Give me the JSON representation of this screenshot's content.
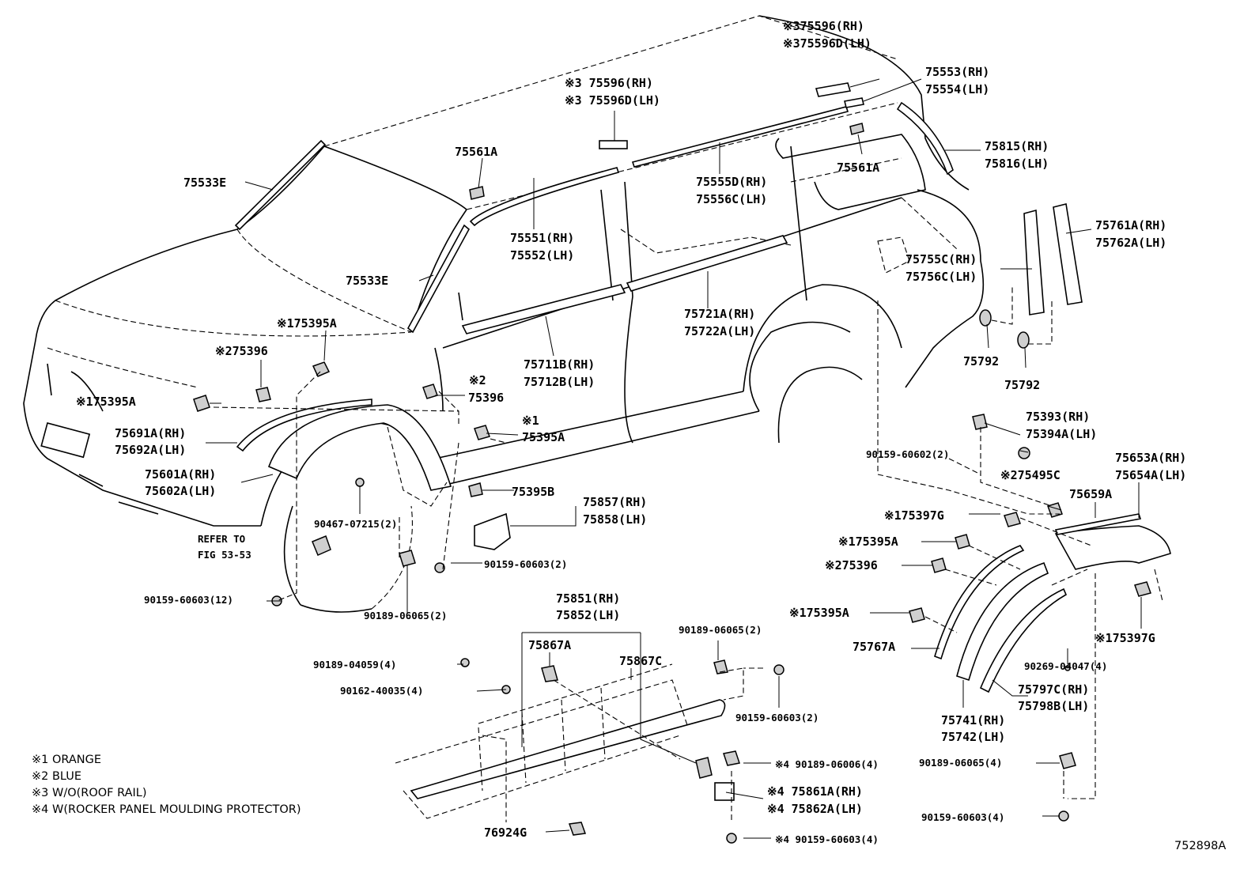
{
  "figure_id": "752898A",
  "notes": [
    "※1 ORANGE",
    "※2 BLUE",
    "※3 W/O(ROOF RAIL)",
    "※4 W(ROCKER PANEL MOULDING PROTECTOR)"
  ],
  "labels": [
    {
      "id": "l01",
      "text": "※375596(RH)"
    },
    {
      "id": "l02",
      "text": "※375596D(LH)"
    },
    {
      "id": "l03",
      "text": "75553(RH)"
    },
    {
      "id": "l04",
      "text": "75554(LH)"
    },
    {
      "id": "l05",
      "text": "※3 75596(RH)"
    },
    {
      "id": "l06",
      "text": "※3 75596D(LH)"
    },
    {
      "id": "l07",
      "text": "75561A"
    },
    {
      "id": "l08",
      "text": "75815(RH)"
    },
    {
      "id": "l09",
      "text": "75816(LH)"
    },
    {
      "id": "l10",
      "text": "75533E"
    },
    {
      "id": "l11",
      "text": "75561A"
    },
    {
      "id": "l12",
      "text": "75555D(RH)"
    },
    {
      "id": "l13",
      "text": "75556C(LH)"
    },
    {
      "id": "l14",
      "text": "75551(RH)"
    },
    {
      "id": "l15",
      "text": "75552(LH)"
    },
    {
      "id": "l16",
      "text": "75761A(RH)"
    },
    {
      "id": "l17",
      "text": "75762A(LH)"
    },
    {
      "id": "l18",
      "text": "75755C(RH)"
    },
    {
      "id": "l19",
      "text": "75756C(LH)"
    },
    {
      "id": "l20",
      "text": "75533E"
    },
    {
      "id": "l21",
      "text": "※175395A"
    },
    {
      "id": "l22",
      "text": "75721A(RH)"
    },
    {
      "id": "l23",
      "text": "75722A(LH)"
    },
    {
      "id": "l24",
      "text": "75792"
    },
    {
      "id": "l25",
      "text": "75792"
    },
    {
      "id": "l26",
      "text": "※275396"
    },
    {
      "id": "l27",
      "text": "75711B(RH)"
    },
    {
      "id": "l28",
      "text": "75712B(LH)"
    },
    {
      "id": "l29",
      "text": "※2"
    },
    {
      "id": "l30",
      "text": "75396"
    },
    {
      "id": "l31",
      "text": "※175395A"
    },
    {
      "id": "l32",
      "text": "※1"
    },
    {
      "id": "l33",
      "text": "75395A"
    },
    {
      "id": "l34",
      "text": "75691A(RH)"
    },
    {
      "id": "l35",
      "text": "75692A(LH)"
    },
    {
      "id": "l36",
      "text": "75393(RH)"
    },
    {
      "id": "l37",
      "text": "75394A(LH)"
    },
    {
      "id": "l38",
      "text": "90159-60602(2)"
    },
    {
      "id": "l39",
      "text": "75653A(RH)"
    },
    {
      "id": "l40",
      "text": "75654A(LH)"
    },
    {
      "id": "l41",
      "text": "75601A(RH)"
    },
    {
      "id": "l42",
      "text": "75602A(LH)"
    },
    {
      "id": "l43",
      "text": "75395B"
    },
    {
      "id": "l44",
      "text": "※275495C"
    },
    {
      "id": "l45",
      "text": "75857(RH)"
    },
    {
      "id": "l46",
      "text": "75858(LH)"
    },
    {
      "id": "l47",
      "text": "75659A"
    },
    {
      "id": "l48",
      "text": "※175397G"
    },
    {
      "id": "l49",
      "text": "90467-07215(2)"
    },
    {
      "id": "l50",
      "text": "REFER TO"
    },
    {
      "id": "l51",
      "text": "FIG 53-53"
    },
    {
      "id": "l52",
      "text": "※175395A"
    },
    {
      "id": "l53",
      "text": "90159-60603(2)"
    },
    {
      "id": "l54",
      "text": "※275396"
    },
    {
      "id": "l55",
      "text": "90159-60603(12)"
    },
    {
      "id": "l56",
      "text": "90189-06065(2)"
    },
    {
      "id": "l57",
      "text": "75851(RH)"
    },
    {
      "id": "l58",
      "text": "75852(LH)"
    },
    {
      "id": "l59",
      "text": "※175395A"
    },
    {
      "id": "l60",
      "text": "90189-06065(2)"
    },
    {
      "id": "l61",
      "text": "※175397G"
    },
    {
      "id": "l62",
      "text": "75867A"
    },
    {
      "id": "l63",
      "text": "75867C"
    },
    {
      "id": "l64",
      "text": "75767A"
    },
    {
      "id": "l65",
      "text": "90189-04059(4)"
    },
    {
      "id": "l66",
      "text": "90269-04047(4)"
    },
    {
      "id": "l67",
      "text": "90162-40035(4)"
    },
    {
      "id": "l68",
      "text": "75797C(RH)"
    },
    {
      "id": "l69",
      "text": "75798B(LH)"
    },
    {
      "id": "l70",
      "text": "90159-60603(2)"
    },
    {
      "id": "l71",
      "text": "75741(RH)"
    },
    {
      "id": "l72",
      "text": "75742(LH)"
    },
    {
      "id": "l73",
      "text": "※4 90189-06006(4)"
    },
    {
      "id": "l74",
      "text": "90189-06065(4)"
    },
    {
      "id": "l75",
      "text": "※4 75861A(RH)"
    },
    {
      "id": "l76",
      "text": "※4 75862A(LH)"
    },
    {
      "id": "l77",
      "text": "90159-60603(4)"
    },
    {
      "id": "l78",
      "text": "76924G"
    },
    {
      "id": "l79",
      "text": "※4 90159-60603(4)"
    }
  ]
}
